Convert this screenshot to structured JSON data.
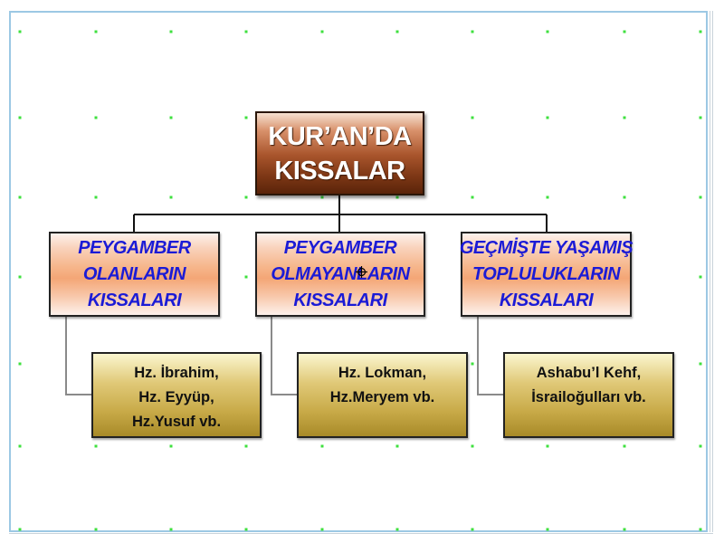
{
  "root": {
    "lines": [
      "KUR’AN’DA",
      "KISSALAR"
    ]
  },
  "categories": [
    {
      "lines": [
        "PEYGAMBER",
        "OLANLARIN",
        "KISSALARI"
      ]
    },
    {
      "lines": [
        "PEYGAMBER",
        "OLMAYANLARIN",
        "KISSALARI"
      ]
    },
    {
      "lines": [
        "GEÇMİŞTE YAŞAMIŞ",
        "TOPLULUKLARIN",
        "KISSALARI"
      ]
    }
  ],
  "examples": [
    {
      "lines": [
        "Hz. İbrahim,",
        "Hz. Eyyüp,",
        "Hz.Yusuf vb."
      ]
    },
    {
      "lines": [
        "Hz. Lokman,",
        "Hz.Meryem vb."
      ]
    },
    {
      "lines": [
        "Ashabu’l Kehf,",
        "İsrailoğulları vb."
      ]
    }
  ],
  "colors": {
    "category_text": "#1b1bd6",
    "grid_dot": "#3ee03e",
    "slide_border": "#9cc8e4"
  }
}
